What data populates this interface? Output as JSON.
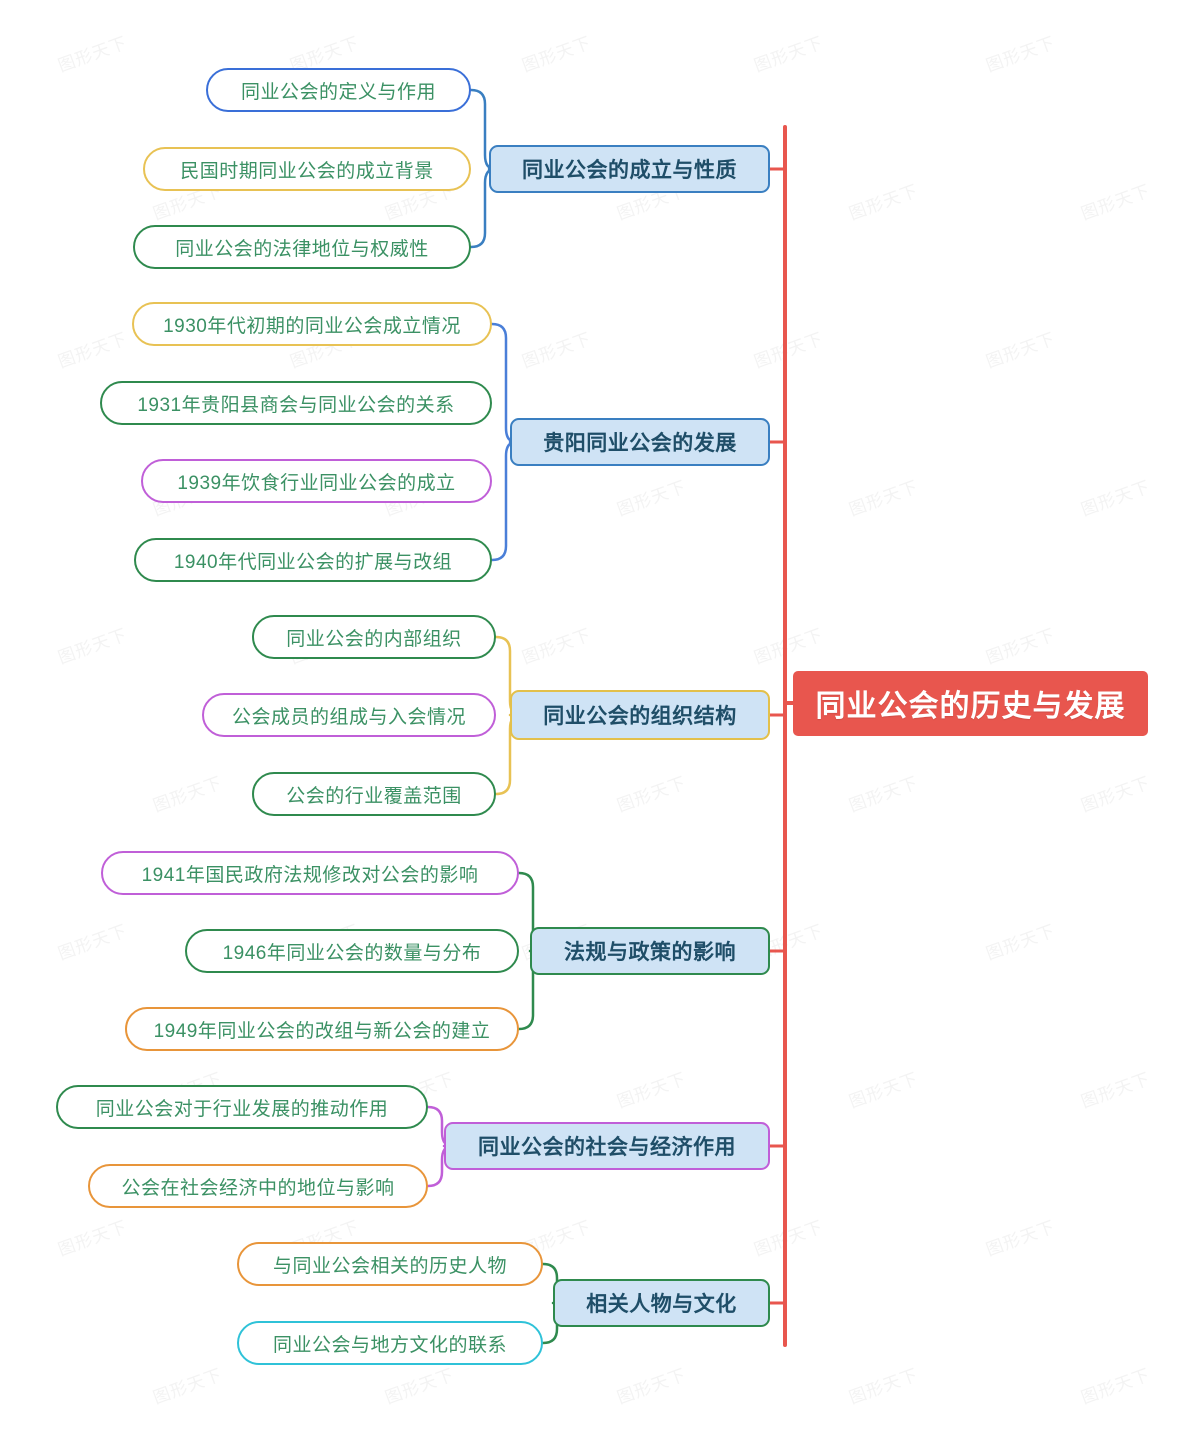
{
  "diagram": {
    "type": "mind-map",
    "orientation": "right-root-left-branches",
    "root": {
      "label": "同业公会的历史与发展",
      "fill": "#e8564e",
      "text_color": "#ffffff",
      "trunk_color": "#e8564e"
    },
    "leaf_text_color": "#3b9164",
    "branch_fill": "#cfe3f5",
    "branch_text_color": "#1f4e68",
    "branches": [
      {
        "label": "同业公会的成立与性质",
        "border": "#3a7fc1",
        "bracket": "#3a7fc1",
        "children": [
          {
            "label": "同业公会的定义与作用",
            "border": "#3a6fd8"
          },
          {
            "label": "民国时期同业公会的成立背景",
            "border": "#e8c254"
          },
          {
            "label": "同业公会的法律地位与权威性",
            "border": "#2f8a4e"
          }
        ]
      },
      {
        "label": "贵阳同业公会的发展",
        "border": "#3a7fc1",
        "bracket": "#4a7fd8",
        "children": [
          {
            "label": "1930年代初期的同业公会成立情况",
            "border": "#e8c254"
          },
          {
            "label": "1931年贵阳县商会与同业公会的关系",
            "border": "#2f8a4e"
          },
          {
            "label": "1939年饮食行业同业公会的成立",
            "border": "#c05fd8"
          },
          {
            "label": "1940年代同业公会的扩展与改组",
            "border": "#2f8a4e"
          }
        ]
      },
      {
        "label": "同业公会的组织结构",
        "border": "#e3c04a",
        "bracket": "#e8c254",
        "children": [
          {
            "label": "同业公会的内部组织",
            "border": "#2f8a4e"
          },
          {
            "label": "公会成员的组成与入会情况",
            "border": "#c05fd8"
          },
          {
            "label": "公会的行业覆盖范围",
            "border": "#2f8a4e"
          }
        ]
      },
      {
        "label": "法规与政策的影响",
        "border": "#2f8a4e",
        "bracket": "#2f8a4e",
        "children": [
          {
            "label": "1941年国民政府法规修改对公会的影响",
            "border": "#c05fd8"
          },
          {
            "label": "1946年同业公会的数量与分布",
            "border": "#2f8a4e"
          },
          {
            "label": "1949年同业公会的改组与新公会的建立",
            "border": "#e8953a"
          }
        ]
      },
      {
        "label": "同业公会的社会与经济作用",
        "border": "#c05fd8",
        "bracket": "#c05fd8",
        "children": [
          {
            "label": "同业公会对于行业发展的推动作用",
            "border": "#2f8a4e"
          },
          {
            "label": "公会在社会经济中的地位与影响",
            "border": "#e8953a"
          }
        ]
      },
      {
        "label": "相关人物与文化",
        "border": "#2f8a4e",
        "bracket": "#2f8a4e",
        "children": [
          {
            "label": "与同业公会相关的历史人物",
            "border": "#e8953a"
          },
          {
            "label": "同业公会与地方文化的联系",
            "border": "#2fc2d8"
          }
        ]
      }
    ],
    "watermark": {
      "text": "图形天下"
    }
  }
}
